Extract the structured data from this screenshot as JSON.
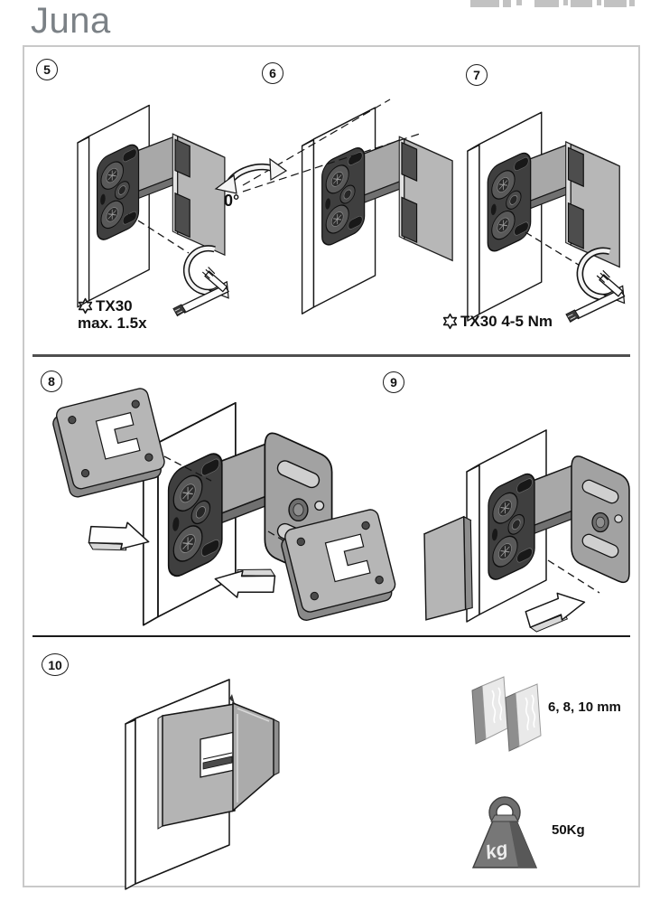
{
  "header": {
    "title": "Juna"
  },
  "steps": {
    "s5": {
      "number": "5",
      "tool_label": "TX30",
      "tool_note": "max. 1.5x"
    },
    "s6": {
      "number": "6",
      "angle_label": "0°"
    },
    "s7": {
      "number": "7",
      "tool_label": "TX30 4-5 Nm"
    },
    "s8": {
      "number": "8"
    },
    "s9": {
      "number": "9"
    },
    "s10": {
      "number": "10"
    }
  },
  "specs": {
    "glass_thickness_label": "6, 8, 10 mm",
    "max_weight_label": "50Kg",
    "weight_unit": "kg"
  },
  "icons": {
    "torx": "torx-star-icon",
    "glass": "glass-panels-icon",
    "weight": "weight-icon"
  },
  "colors": {
    "title_gray": "#7b8186",
    "sheet_border": "#c9c9c9",
    "divider_dark": "#4f4f4f",
    "divider_black": "#1a1a1a",
    "line_black": "#151515",
    "hinge_dark": "#3f3f3f",
    "metal_gray": "#a8a8a8",
    "glass_gray": "#b7b7b7",
    "cover_gray": "#b5b5b5",
    "icon_gray": "#777777"
  }
}
